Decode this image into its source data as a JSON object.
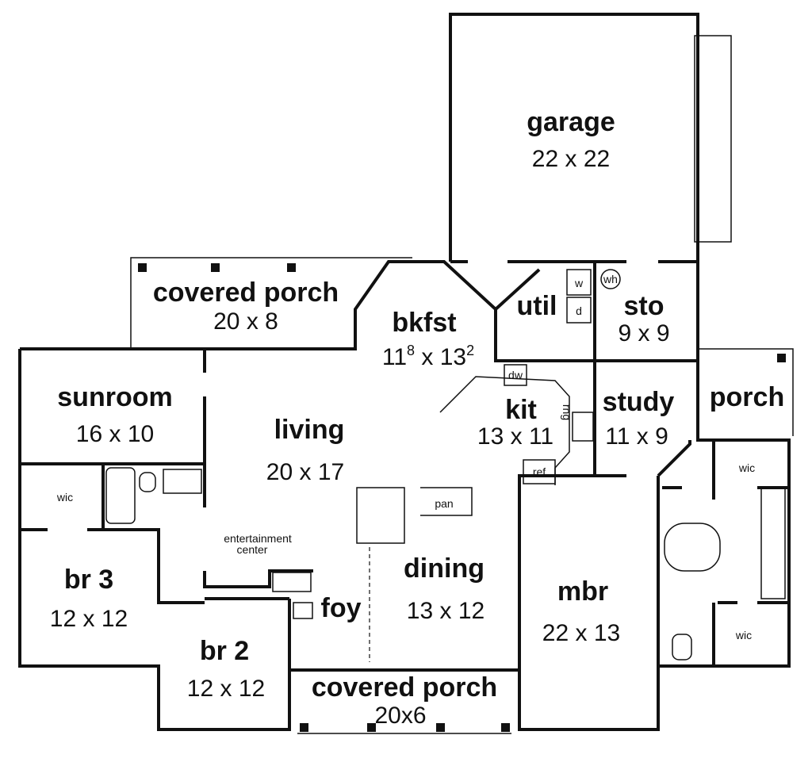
{
  "rooms": {
    "garage": {
      "name": "garage",
      "size": "22 x 22"
    },
    "covered_porch_top": {
      "name": "covered porch",
      "size": "20 x 8"
    },
    "bkfst": {
      "name": "bkfst",
      "size_main": "11",
      "size_sup1": "8",
      "size_x": " x 13",
      "size_sup2": "2"
    },
    "util": {
      "name": "util"
    },
    "sto": {
      "name": "sto",
      "size": "9 x 9"
    },
    "sunroom": {
      "name": "sunroom",
      "size": "16 x 10"
    },
    "living": {
      "name": "living",
      "size": "20 x 17"
    },
    "kit": {
      "name": "kit",
      "size": "13 x 11"
    },
    "study": {
      "name": "study",
      "size": "11 x 9"
    },
    "porch": {
      "name": "porch"
    },
    "br3": {
      "name": "br 3",
      "size": "12 x 12"
    },
    "dining": {
      "name": "dining",
      "size": "13 x 12"
    },
    "mbr": {
      "name": "mbr",
      "size": "22 x 13"
    },
    "foy": {
      "name": "foy"
    },
    "br2": {
      "name": "br 2",
      "size": "12 x 12"
    },
    "covered_porch_bottom": {
      "name": "covered porch",
      "size": "20x6"
    }
  },
  "fixtures": {
    "wic_left": "wic",
    "wic_right_top": "wic",
    "wic_right_bottom": "wic",
    "washer": "w",
    "dryer": "d",
    "water_heater": "wh",
    "dishwasher": "dw",
    "range": "rng",
    "refrigerator": "ref",
    "pantry": "pan",
    "entertainment_line1": "entertainment",
    "entertainment_line2": "center"
  }
}
